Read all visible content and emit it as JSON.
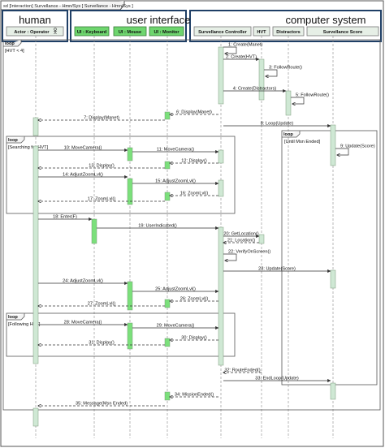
{
  "title_tab": "sd [Interaction] Survellance - Hmn/Sys [ Survellance - Hmn/Sys ]",
  "groups": [
    {
      "label": "human"
    },
    {
      "label": "user interface"
    },
    {
      "label": "computer system"
    }
  ],
  "lifelines": [
    {
      "label": "Actor : Operator",
      "icon": "actor-icon"
    },
    {
      "label": "UI : Keyboard"
    },
    {
      "label": "UI : Mouse"
    },
    {
      "label": "UI : Monitor"
    },
    {
      "label": "Survellance Controller"
    },
    {
      "label": "HVT"
    },
    {
      "label": "Distractors"
    },
    {
      "label": "Survellance Score"
    }
  ],
  "fragments": [
    {
      "keyword": "loop",
      "guard": "[HVT < 4]"
    },
    {
      "keyword": "loop",
      "guard": "[Until Msn Ended]"
    },
    {
      "keyword": "loop",
      "guard": "[Searching for HVT]"
    },
    {
      "keyword": "loop",
      "guard": "[Following HVT]"
    }
  ],
  "messages": [
    {
      "label": "1: Create(Manet)"
    },
    {
      "label": "2: Create(HVT)"
    },
    {
      "label": "3: FollowRoute()"
    },
    {
      "label": "4: Create(Distractors)"
    },
    {
      "label": "5: FollowRoute()"
    },
    {
      "label": "6: Display(Manet)"
    },
    {
      "label": "7: Display(Manet)"
    },
    {
      "label": "8: Loop(Update)"
    },
    {
      "label": "9: Update(Score)"
    },
    {
      "label": "10: MoveCamera()"
    },
    {
      "label": "11: MoveCamera()"
    },
    {
      "label": "12: Display()"
    },
    {
      "label": "13: Display()"
    },
    {
      "label": "14: AdjustZoomLvl()"
    },
    {
      "label": "15: AdjustZoomLvl()"
    },
    {
      "label": "16: ZoomLvl()"
    },
    {
      "label": "17: ZoomLvl()"
    },
    {
      "label": "18: Enter(F)"
    },
    {
      "label": "19: UserIndicated()"
    },
    {
      "label": "20: GetLocation()"
    },
    {
      "label": "21: Location()"
    },
    {
      "label": "22: VerifyOnScreen()"
    },
    {
      "label": "23: Update(Score)"
    },
    {
      "label": "24: AdjustZoomLvl()"
    },
    {
      "label": "25: AdjustZoomLvl()"
    },
    {
      "label": "26: ZoomLvl()"
    },
    {
      "label": "27: ZoomLvl()"
    },
    {
      "label": "28: MoveCamera()"
    },
    {
      "label": "29: MoveCamera()"
    },
    {
      "label": "30: Display()"
    },
    {
      "label": "31: Display()"
    },
    {
      "label": "32: RouteEnded()"
    },
    {
      "label": "33: EndLoop(Update)"
    },
    {
      "label": "34: MissionEnded()"
    },
    {
      "label": "35: Message(Msn Ended)"
    }
  ],
  "colors": {
    "group_border": "#1f3f66",
    "lifeline_box": "#e6efe6",
    "ui_box": "#6ed66e",
    "activation": "#cfe8d4",
    "activation_ui": "#7be07b",
    "arrow": "#333333"
  }
}
